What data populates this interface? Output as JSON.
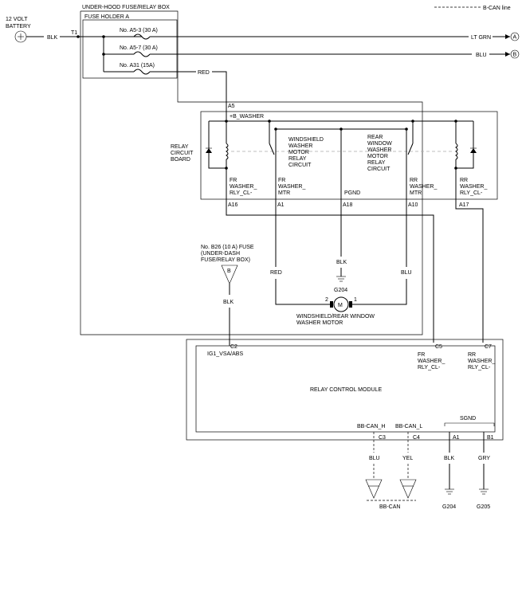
{
  "legend": {
    "bcan_line": "B-CAN line"
  },
  "battery": {
    "title_1": "12 VOLT",
    "title_2": "BATTERY",
    "wire": "BLK",
    "terminal": "T1"
  },
  "underhood_box": {
    "title": "UNDER-HOOD FUSE/RELAY BOX",
    "fuse_holder": "FUSE HOLDER A",
    "fuse_1": "No. A5-3 (30 A)",
    "fuse_2": "No. A5-7 (30 A)",
    "fuse_3": "No. A31 (15A)",
    "fuse_3_wire": "RED"
  },
  "outputs": {
    "out_1_wire": "LT GRN",
    "out_1_ref": "A",
    "out_2_wire": "BLU",
    "out_2_ref": "B"
  },
  "relay_board": {
    "title": [
      "RELAY",
      "CIRCUIT",
      "BOARD"
    ],
    "a5": "A5",
    "bus": "+B_WASHER",
    "ws_circuit": [
      "WINDSHIELD",
      "WASHER",
      "MOTOR",
      "RELAY",
      "CIRCUIT"
    ],
    "rw_circuit": [
      "REAR",
      "WINDOW",
      "WASHER",
      "MOTOR",
      "RELAY",
      "CIRCUIT"
    ],
    "pin_a16": {
      "label": [
        "FR",
        "WASHER_",
        "RLY_CL-"
      ],
      "pin": "A16"
    },
    "pin_a1": {
      "label": [
        "FR",
        "WASHER_",
        "MTR"
      ],
      "pin": "A1"
    },
    "pin_a18": {
      "label": [
        "PGND"
      ],
      "pin": "A18"
    },
    "pin_a10": {
      "label": [
        "RR",
        "WASHER_",
        "MTR"
      ],
      "pin": "A10"
    },
    "pin_a17": {
      "label": [
        "RR",
        "WASHER_",
        "RLY_CL-"
      ],
      "pin": "A17"
    }
  },
  "b26_fuse": {
    "label": [
      "No. B26 (10 A) FUSE",
      "(UNDER-DASH",
      "FUSE/RELAY BOX)"
    ],
    "ref": "B",
    "wire": "BLK"
  },
  "motor": {
    "wire_left": "RED",
    "wire_gnd": "BLK",
    "wire_right": "BLU",
    "ground": "G204",
    "pin_2": "2",
    "pin_1": "1",
    "symbol": "M",
    "name_1": "WINDSHIELD/REAR WINDOW",
    "name_2": "WASHER MOTOR"
  },
  "rcm": {
    "name": "RELAY CONTROL MODULE",
    "c2": "C2",
    "c2_label": "IG1_VSA/ABS",
    "c5": "C5",
    "c5_label": [
      "FR",
      "WASHER_",
      "RLY_CL-"
    ],
    "c7": "C7",
    "c7_label": [
      "RR",
      "WASHER_",
      "RLY_CL-"
    ],
    "can_h": "BB-CAN_H",
    "can_l": "BB-CAN_L",
    "sgnd": "SGND",
    "c3": "C3",
    "c4": "C4",
    "a1": "A1",
    "b1": "B1"
  },
  "bottom": {
    "c3_wire": "BLU",
    "c4_wire": "YEL",
    "a1_wire": "BLK",
    "b1_wire": "GRY",
    "bbcan": "BB-CAN",
    "g204": "G204",
    "g205": "G205"
  }
}
